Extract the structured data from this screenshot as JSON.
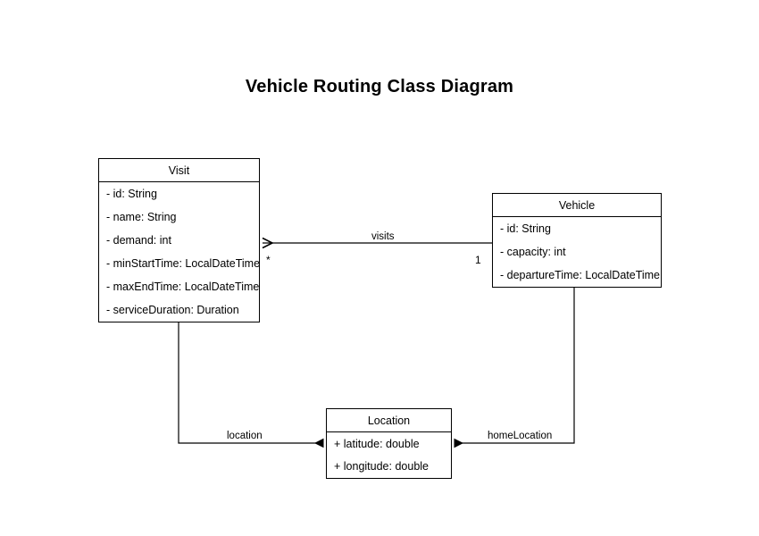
{
  "diagram": {
    "title": "Vehicle Routing Class Diagram",
    "type": "uml-class-diagram",
    "background_color": "#ffffff",
    "line_color": "#000000",
    "text_color": "#000000"
  },
  "classes": [
    {
      "id": "visit",
      "name": "Visit",
      "attributes": [
        "- id: String",
        "- name: String",
        "- demand: int",
        "- minStartTime: LocalDateTime",
        "- maxEndTime: LocalDateTime",
        "- serviceDuration: Duration"
      ]
    },
    {
      "id": "vehicle",
      "name": "Vehicle",
      "attributes": [
        "- id: String",
        "- capacity: int",
        "- departureTime: LocalDateTime"
      ]
    },
    {
      "id": "location",
      "name": "Location",
      "attributes": [
        "+ latitude: double",
        "+ longitude: double"
      ]
    }
  ],
  "associations": [
    {
      "id": "visits",
      "label": "visits",
      "from": "Vehicle",
      "to": "Visit",
      "source_multiplicity": "1",
      "target_multiplicity": "*",
      "arrow": "open"
    },
    {
      "id": "location",
      "label": "location",
      "from": "Visit",
      "to": "Location",
      "arrow": "filled"
    },
    {
      "id": "homeLocation",
      "label": "homeLocation",
      "from": "Vehicle",
      "to": "Location",
      "arrow": "filled"
    }
  ]
}
